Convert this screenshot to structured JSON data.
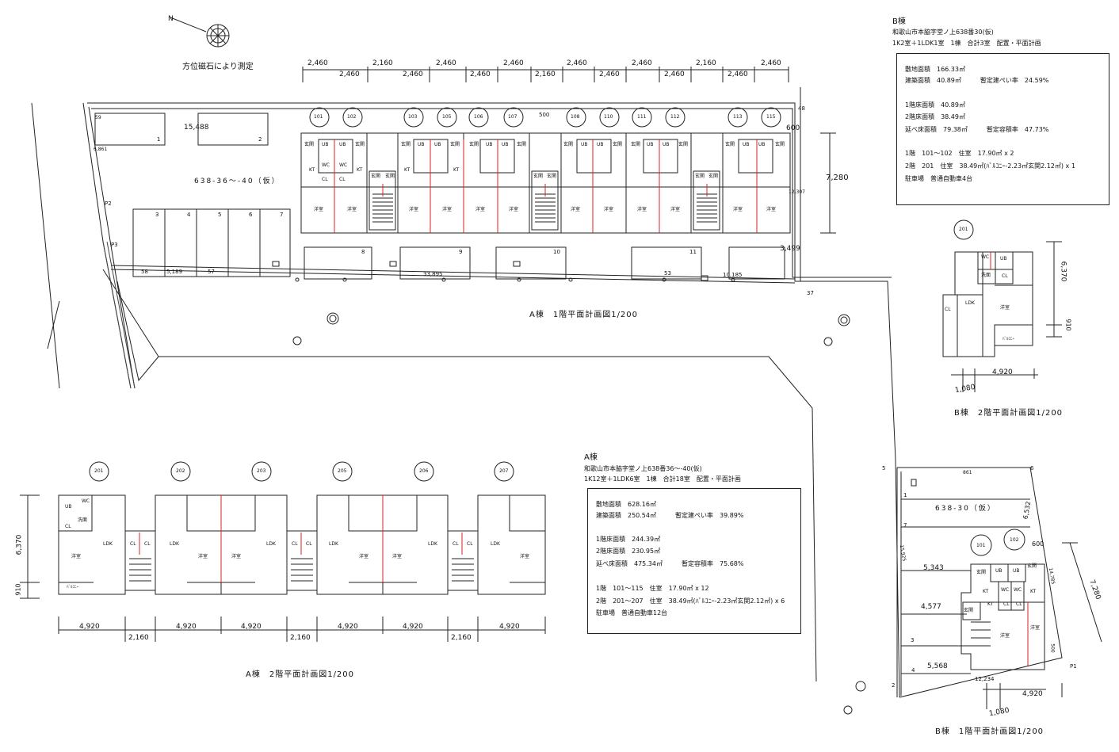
{
  "header": {
    "north_mark": "N",
    "compass_note": "方位磁石により測定"
  },
  "b_info": {
    "heading": "B棟",
    "address": "和歌山市本脇字堂ノ上638番30(仮)",
    "summary": "1K2室＋1LDK1室　1棟　合計3室　配置・平面計画",
    "rows": [
      "敷地面積　166.33㎡",
      "建築面積　40.89㎡　　　暫定建ぺい率　24.59%",
      "1階床面積　40.89㎡",
      "2階床面積　38.49㎡",
      "延べ床面積　79.38㎡　　　暫定容積率　47.73%",
      "1階　101～102　住室　17.90㎡ x 2",
      "2階　201　住室　38.49㎡(ﾊﾞﾙｺﾆｰ-2.23㎡玄関2.12㎡) x 1",
      "駐車場　普通自動車4台"
    ]
  },
  "a_info": {
    "heading": "A棟",
    "address": "和歌山市本脇字堂ノ上638番36～-40(仮)",
    "summary": "1K12室＋1LDK6室　1棟　合計18室　配置・平面計画",
    "rows": [
      "敷地面積　628.16㎡",
      "建築面積　250.54㎡　　　暫定建ぺい率　39.89%",
      "1階床面積　244.39㎡",
      "2階床面積　230.95㎡",
      "延べ床面積　475.34㎡　　　暫定容積率　75.68%",
      "1階　101～115　住室　17.90㎡ x 12",
      "2階　201～207　住室　38.49㎡(ﾊﾞﾙｺﾆｰ-2.23㎡玄関2.12㎡) x 6",
      "駐車場　普通自動車12台"
    ]
  },
  "titles": {
    "a1": "A棟　1階平面計画図1/200",
    "a2": "A棟　2階平面計画図1/200",
    "b1": "B棟　1階平面計画図1/200",
    "b2": "B棟　2階平面計画図1/200"
  },
  "site": {
    "lot_a": "638-36～-40（仮）",
    "lot_b": "638-30（仮）",
    "w1": "15,488",
    "w2": "5,189",
    "w3": "33,895",
    "w4": "10,185",
    "h1": "7,280",
    "h2": "3,499",
    "s1": "6,861",
    "s2": "12,307",
    "p2": "P2",
    "p3": "P3",
    "n53": "53",
    "n57": "57",
    "n58": "58",
    "n37": "37",
    "n48": "48",
    "n600": "600",
    "n500": "500",
    "n59": "59"
  },
  "top_dims_upper": [
    "2,460",
    "2,160",
    "2,460",
    "2,460",
    "2,460",
    "2,460",
    "2,160",
    "2,460"
  ],
  "top_dims_lower": [
    "2,460",
    "2,460",
    "2,460",
    "2,160",
    "2,460",
    "2,460",
    "2,460"
  ],
  "units_a1": [
    "101",
    "102",
    "103",
    "105",
    "106",
    "107",
    "108",
    "110",
    "111",
    "112",
    "113",
    "115"
  ],
  "units_a2": [
    "201",
    "202",
    "203",
    "205",
    "206",
    "207"
  ],
  "parking_a": [
    "1",
    "2",
    "3",
    "4",
    "5",
    "6",
    "7",
    "8",
    "9",
    "10",
    "11"
  ],
  "a2_dims_bottom": [
    "4,920",
    "4,920",
    "4,920",
    "4,920",
    "4,920",
    "4,920"
  ],
  "a2_dims_gap": [
    "2,160",
    "2,160",
    "2,160"
  ],
  "a2_dims_side": [
    "6,370",
    "910"
  ],
  "rooms": {
    "genkan": "玄関",
    "ub": "UB",
    "wc": "WC",
    "kt": "KT",
    "cl": "CL",
    "yoshitsu": "洋室",
    "ldk": "LDK",
    "senmen": "洗面",
    "balcony": "ﾊﾞﾙｺﾆｰ"
  },
  "b1": {
    "units": [
      "101",
      "102"
    ],
    "d1": "5,343",
    "d2": "4,577",
    "d3": "5,568",
    "d4": "12,234",
    "d5": "4,920",
    "d6": "1,080",
    "d7": "7,280",
    "d8": "6,532",
    "d9": "15,925",
    "d10": "14,785",
    "d11": "861",
    "p1": "P1",
    "n1": "1",
    "n2": "2",
    "n3": "3",
    "n4": "4",
    "n5": "5",
    "n6": "6",
    "n7": "7",
    "n600": "600",
    "n500": "500"
  },
  "b2": {
    "unit": "201",
    "d1": "6,370",
    "d2": "910",
    "d3": "4,920",
    "d4": "1,080"
  }
}
